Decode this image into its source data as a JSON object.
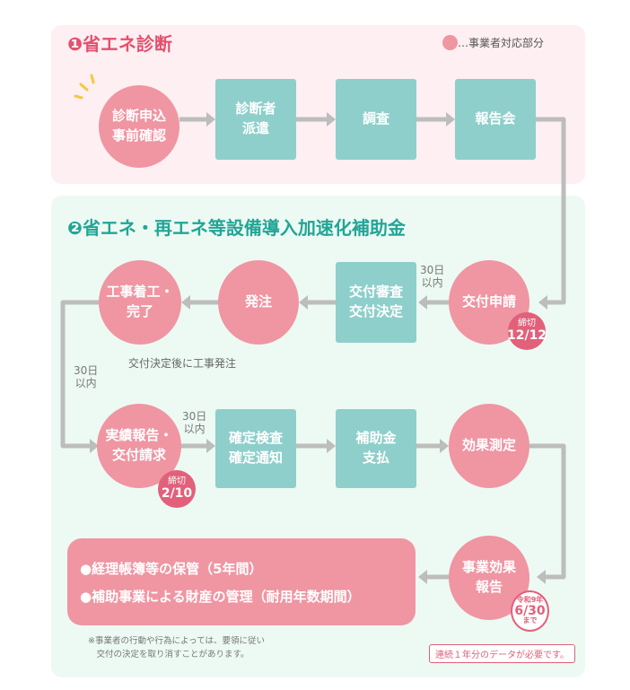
{
  "section1": {
    "number": "❶",
    "title": "省エネ診断",
    "legend": "…事業者対応部分",
    "steps": [
      "診断申込\n事前確認",
      "診断者\n派遣",
      "調査",
      "報告会"
    ]
  },
  "section2": {
    "number": "❷",
    "title": "省エネ・再エネ等設備導入加速化補助金",
    "row1": [
      "交付申請",
      "交付審査\n交付決定",
      "発注",
      "工事着工・\n完了"
    ],
    "row1_days": "30日\n以内",
    "deadline1": {
      "label": "締切",
      "date": "12/12"
    },
    "order_note": "交付決定後に工事発注",
    "left_days": "30日\n以内",
    "row2": [
      "実績報告・\n交付請求",
      "確定検査\n確定通知",
      "補助金\n支払",
      "効果測定"
    ],
    "row2_days": "30日\n以内",
    "deadline2": {
      "label": "締切",
      "date": "2/10"
    },
    "report": "事業効果\n報告",
    "deadline3": {
      "era": "令和9年",
      "date": "6/30",
      "suffix": "まで"
    },
    "data_note": "連続１年分のデータが必要です。",
    "obligations": [
      "●経理帳簿等の保管（5年間）",
      "●補助事業による財産の管理（耐用年数期間）"
    ],
    "footnote": "※事業者の行動や行為によっては、要領に従い\n　交付の決定を取り消すことがあります。"
  },
  "colors": {
    "pink": "#f095a2",
    "teal": "#8ecfcb",
    "red": "#e2607a",
    "arrow": "#bdbdbd"
  }
}
